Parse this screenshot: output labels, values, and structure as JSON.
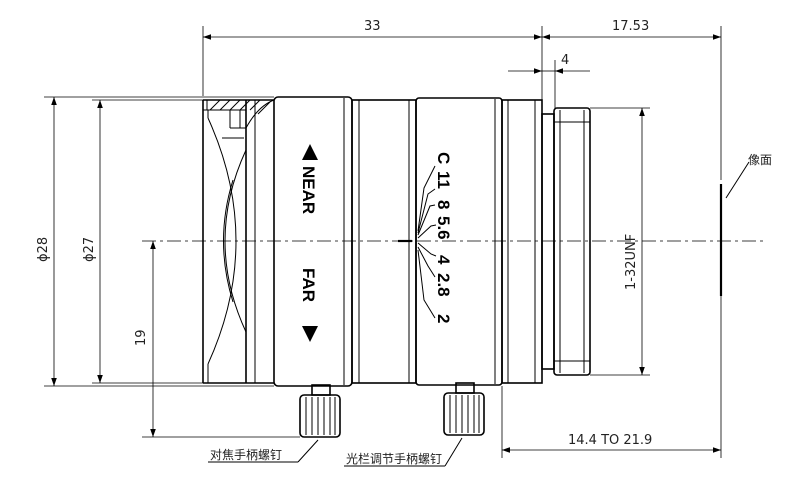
{
  "dimensions": {
    "top_total": "33",
    "top_right": "17.53",
    "flange": "4",
    "dia_outer": "ϕ28",
    "dia_inner": "ϕ27",
    "thread": "1-32UNF",
    "center_height": "19",
    "back_focus": "14.4 TO 21.9"
  },
  "labels": {
    "image_plane": "像面",
    "focus_knob": "对焦手柄螺钉",
    "iris_knob": "光栏调节手柄螺钉"
  },
  "ring_text": {
    "near": "NEAR",
    "far": "FAR"
  },
  "aperture": [
    "C",
    "11",
    "8",
    "5.6",
    "4",
    "2.8",
    "2"
  ]
}
